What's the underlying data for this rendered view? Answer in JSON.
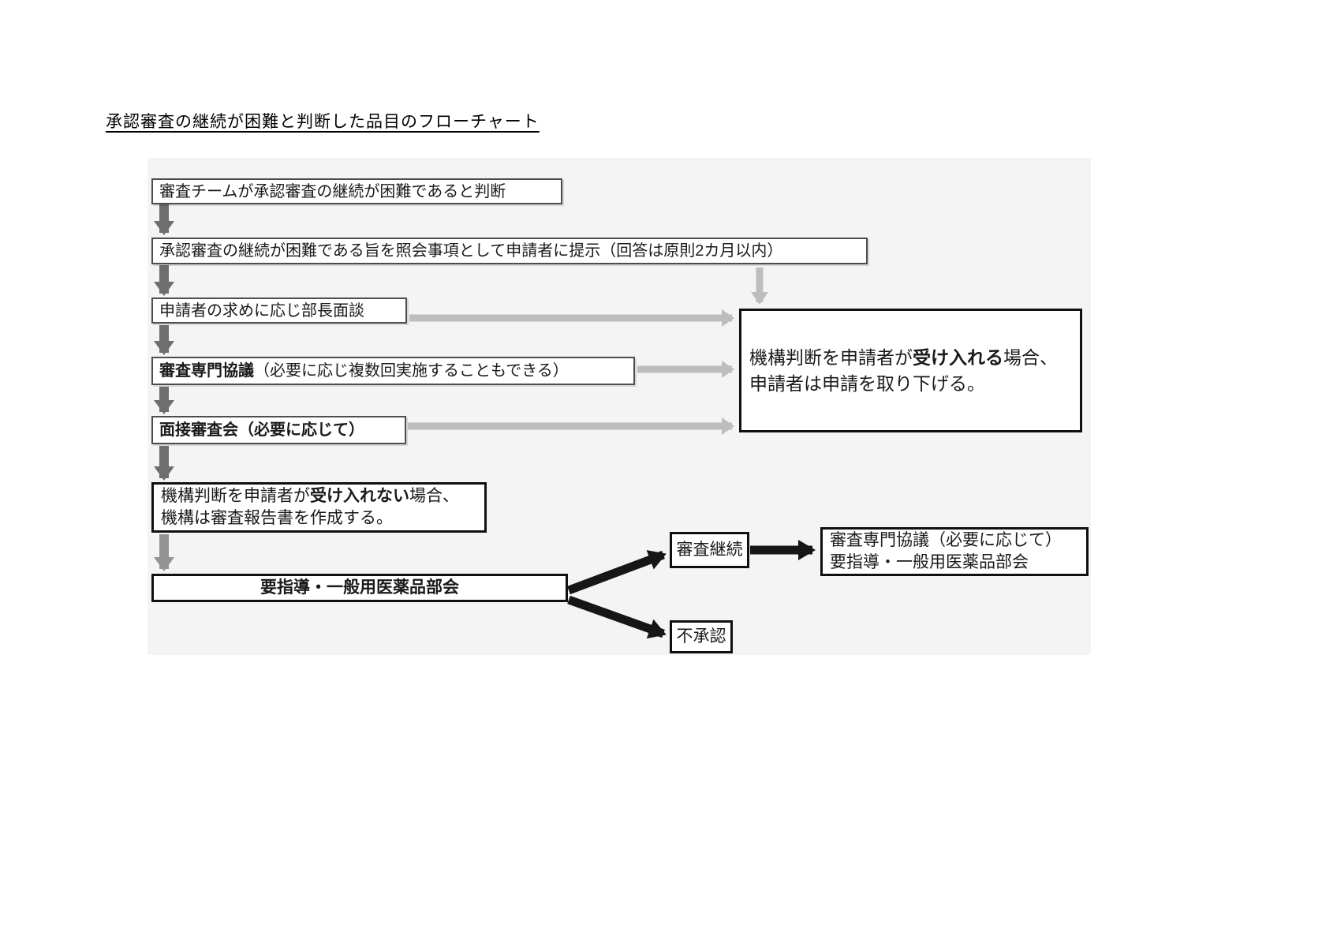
{
  "title": "承認審査の継続が困難と判断した品目のフローチャート",
  "flowchart": {
    "box_team_judgment": "審査チームが承認審査の継続が困難であると判断",
    "box_inquiry": "承認審査の継続が困難である旨を照会事項として申請者に提示（回答は原則2カ月以内）",
    "box_interview": "申請者の求めに応じ部長面談",
    "box_expert": {
      "bold": "審査専門協議",
      "rest": "（必要に応じ複数回実施することもできる）"
    },
    "box_face_review": "面接審査会（必要に応じて）",
    "box_accept": {
      "line1_pre": "機構判断を申請者が",
      "line1_bold": "受け入れる",
      "line1_post": "場合、",
      "line2": "申請者は申請を取り下げる。"
    },
    "box_not_accept": {
      "line1_pre": "機構判断を申請者が",
      "line1_bold": "受け入れない",
      "line1_post": "場合、",
      "line2": "機構は審査報告書を作成する。"
    },
    "box_committee": "要指導・一般用医薬品部会",
    "box_continue": "審査継続",
    "box_expert2": {
      "line1": "審査専門協議（必要に応じて）",
      "line2": "要指導・一般用医薬品部会"
    },
    "box_rejected": "不承認"
  },
  "colors": {
    "arrow_dark": "#6e6e6e",
    "arrow_medium": "#949494",
    "arrow_light": "#bdbdbd",
    "arrow_black": "#161616",
    "panel_bg": "#f4f4f4"
  }
}
